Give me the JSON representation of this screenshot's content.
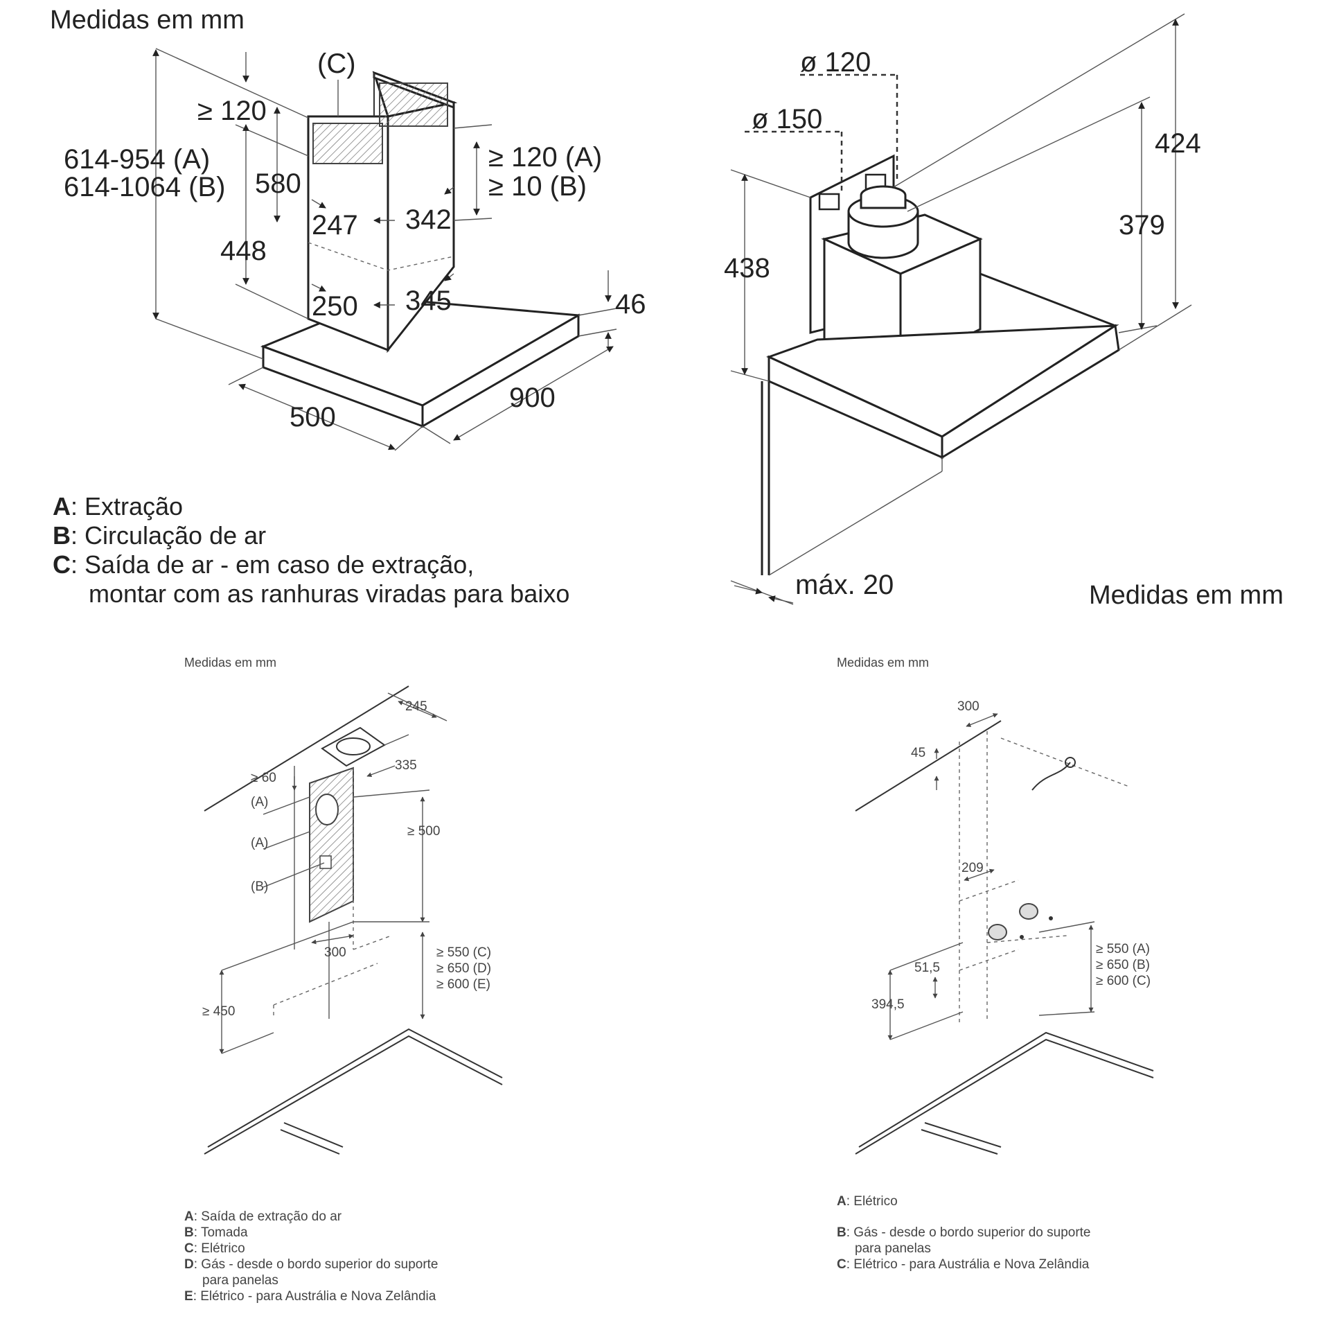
{
  "units_label": "Medidas em mm",
  "diagram1": {
    "dims": {
      "d614a": "614-954 (A)",
      "d614b": "614-1064 (B)",
      "d580": "580",
      "d448": "448",
      "d120top": "≥ 120",
      "c_label": "(C)",
      "d120a": "≥ 120 (A)",
      "d10b": "≥ 10 (B)",
      "d247": "247",
      "d342": "342",
      "d250": "250",
      "d345": "345",
      "d46": "46",
      "d500": "500",
      "d900": "900"
    },
    "legend": [
      {
        "key": "A",
        "text": ": Extração"
      },
      {
        "key": "B",
        "text": ": Circulação de ar"
      },
      {
        "key": "C",
        "text": ": Saída de ar - em caso de extração,"
      },
      {
        "key": "",
        "text": "montar com as ranhuras viradas para baixo"
      }
    ]
  },
  "diagram2": {
    "dims": {
      "d120": "ø 120",
      "d150": "ø 150",
      "d424": "424",
      "d379": "379",
      "d438": "438",
      "dmax": "máx. 20"
    }
  },
  "diagram3": {
    "dims": {
      "d245": "245",
      "d335": "335",
      "d60": "≥ 60",
      "a1": "(A)",
      "a2": "(A)",
      "b1": "(B)",
      "d500": "≥ 500",
      "d300": "300",
      "d550": "≥ 550 (C)",
      "d650": "≥ 650 (D)",
      "d600": "≥ 600 (E)",
      "d450": "≥ 450"
    },
    "legend": [
      {
        "key": "A",
        "text": ": Saída de extração do ar"
      },
      {
        "key": "B",
        "text": ": Tomada"
      },
      {
        "key": "C",
        "text": ": Elétrico"
      },
      {
        "key": "D",
        "text": ": Gás - desde o bordo superior do suporte"
      },
      {
        "key": "",
        "text": "para panelas"
      },
      {
        "key": "E",
        "text": ": Elétrico - para Austrália e Nova Zelândia"
      }
    ]
  },
  "diagram4": {
    "dims": {
      "d300": "300",
      "d45": "45",
      "d209": "209",
      "d515": "51,5",
      "d3945": "394,5",
      "d550": "≥ 550 (A)",
      "d650": "≥ 650 (B)",
      "d600": "≥ 600 (C)"
    },
    "legend": [
      {
        "key": "A",
        "text": ": Elétrico"
      },
      {
        "key": "B",
        "text": ": Gás - desde o bordo superior do suporte"
      },
      {
        "key": "",
        "text": "para panelas"
      },
      {
        "key": "C",
        "text": ": Elétrico - para Austrália e Nova Zelândia"
      }
    ]
  }
}
